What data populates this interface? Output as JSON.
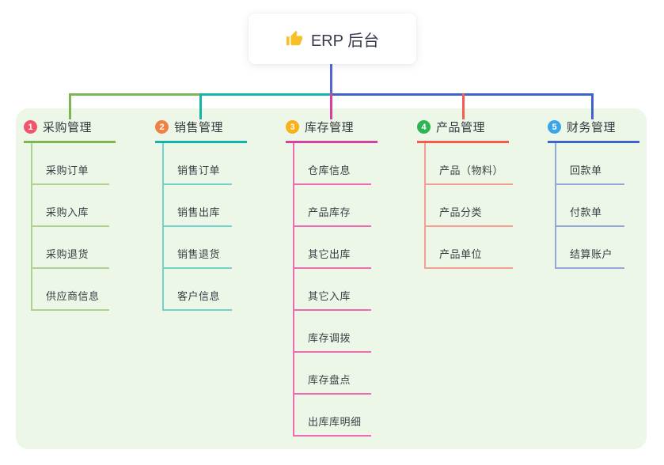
{
  "canvas": {
    "page_bg": "#ffffff",
    "panel_bg": "#ecf7e7"
  },
  "root": {
    "label": "ERP 后台",
    "icon": "thumbs-up-icon",
    "icon_color": "#f6c026",
    "line_color": "#5466d8",
    "text_color": "#363b4e"
  },
  "branches": [
    {
      "badge": "1",
      "label": "采购管理",
      "badge_color": "#f1556c",
      "line_color": "#7cb653",
      "child_line_color": "#aed28f",
      "children": [
        "采购订单",
        "采购入库",
        "采购退货",
        "供应商信息"
      ]
    },
    {
      "badge": "2",
      "label": "销售管理",
      "badge_color": "#f08044",
      "line_color": "#16b3ab",
      "child_line_color": "#72d2c9",
      "children": [
        "销售订单",
        "销售出库",
        "销售退货",
        "客户信息"
      ]
    },
    {
      "badge": "3",
      "label": "库存管理",
      "badge_color": "#f9b115",
      "line_color": "#d8409f",
      "child_line_color": "#ef6ab3",
      "children": [
        "仓库信息",
        "产品库存",
        "其它出库",
        "其它入库",
        "库存调拨",
        "库存盘点",
        "出库库明细"
      ]
    },
    {
      "badge": "4",
      "label": "产品管理",
      "badge_color": "#2eb454",
      "line_color": "#f45b51",
      "child_line_color": "#f79d94",
      "children": [
        "产品（物料）",
        "产品分类",
        "产品单位"
      ]
    },
    {
      "badge": "5",
      "label": "财务管理",
      "badge_color": "#3aa6e8",
      "line_color": "#3f63cb",
      "child_line_color": "#93a7dc",
      "children": [
        "回款单",
        "付款单",
        "结算账户"
      ]
    }
  ]
}
